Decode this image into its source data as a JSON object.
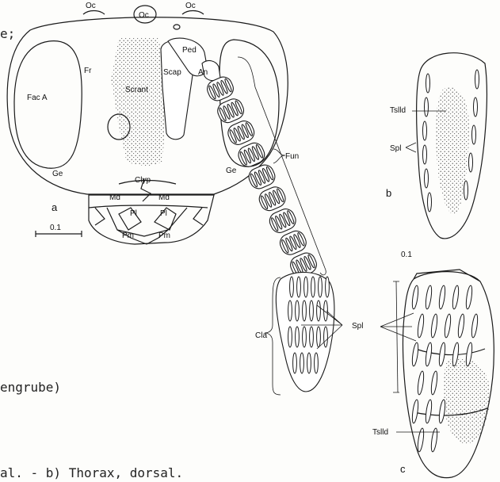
{
  "labels": {
    "oc": "Oc",
    "fr": "Fr",
    "fac_a": "Fac A",
    "scrant": "Scrant",
    "scap": "Scap",
    "ped": "Ped",
    "an": "An",
    "ge": "Ge",
    "clyp": "Clyp",
    "md": "Md",
    "pl": "Pl",
    "pm": "Pm",
    "fun": "Fun",
    "cla": "Cla",
    "spl": "Spl",
    "tslld": "Tslld"
  },
  "panels": {
    "a": "a",
    "b": "b",
    "c": "c"
  },
  "scale": {
    "a": "0.1",
    "c": "0.1"
  },
  "caption": {
    "top": "e;",
    "middle": "engrube)",
    "bottom": "al. - b) Thorax, dorsal."
  }
}
